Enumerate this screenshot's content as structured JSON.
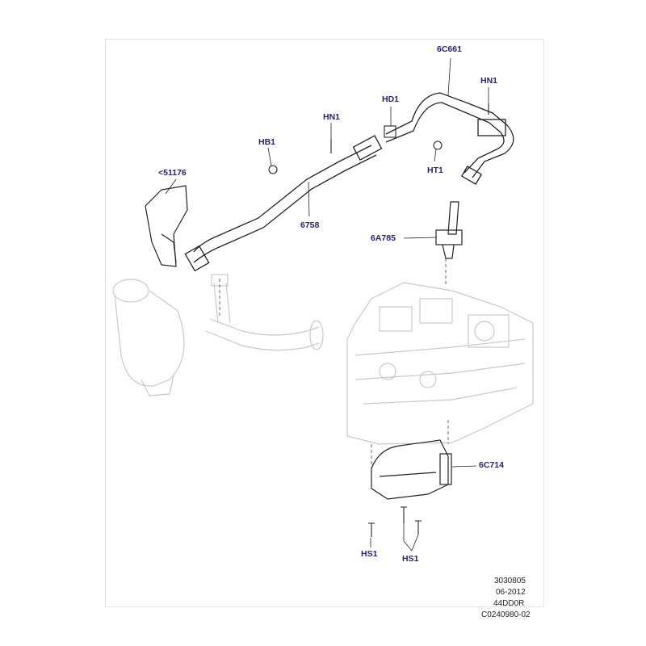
{
  "labels": {
    "p_6c661": "6C661",
    "p_hn1_top": "HN1",
    "p_hd1": "HD1",
    "p_hn1_mid": "HN1",
    "p_hb1": "HB1",
    "p_ht1": "HT1",
    "p_51176": "<51176",
    "p_6758": "6758",
    "p_6a785": "6A785",
    "p_6c714": "6C714",
    "p_hs1_left": "HS1",
    "p_hs1_right": "HS1"
  },
  "meta": {
    "ref": "3030805",
    "date": "06-2012",
    "code": "44DD0R",
    "catalog": "C0240980-02"
  },
  "colors": {
    "label": "#20208a",
    "line_dark": "#222222",
    "line_ghost": "#c8c8c8"
  }
}
